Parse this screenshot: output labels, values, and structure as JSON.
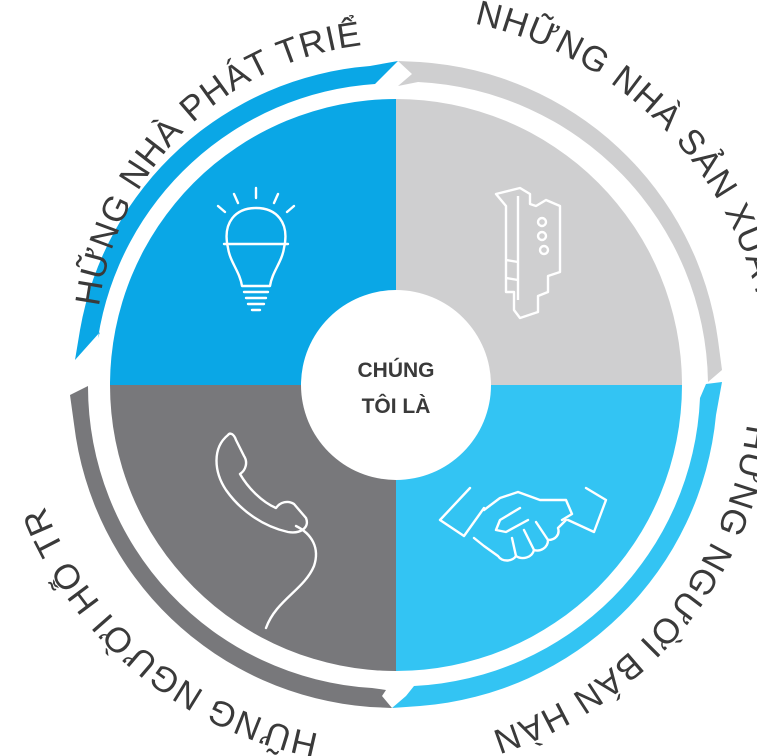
{
  "center": {
    "line1": "CHÚNG",
    "line2": "TÔI LÀ"
  },
  "labels": {
    "developers": "NHỮNG NHÀ PHÁT TRIỂN",
    "manufacturers": "NHỮNG NHÀ SẢN XUẤT",
    "sellers": "NHỮNG NGƯỜI BÁN HÀNG",
    "supporters": "NHỮNG NGƯỜI HỖ TRỢ"
  },
  "quadrants": [
    {
      "id": "developers",
      "icon": "light-bulb-icon",
      "color": "#0aa7e6"
    },
    {
      "id": "manufacturers",
      "icon": "din-rail-device-icon",
      "color": "#cfcfd0"
    },
    {
      "id": "sellers",
      "icon": "handshake-icon",
      "color": "#33c4f3"
    },
    {
      "id": "supporters",
      "icon": "telephone-icon",
      "color": "#78787b"
    }
  ],
  "arrows": [
    {
      "id": "developers",
      "color": "#0aa7e6"
    },
    {
      "id": "manufacturers",
      "color": "#cfcfd0"
    },
    {
      "id": "sellers",
      "color": "#33c4f3"
    },
    {
      "id": "supporters",
      "color": "#78787b"
    }
  ]
}
